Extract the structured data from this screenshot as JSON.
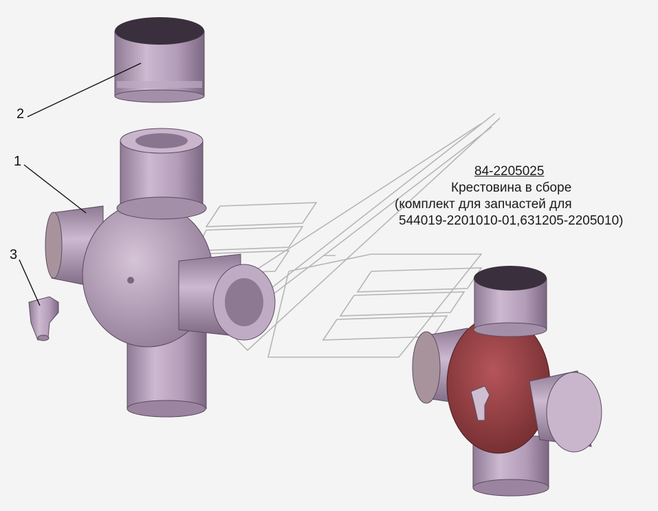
{
  "callouts": {
    "part1": "1",
    "part2": "2",
    "part3": "3"
  },
  "caption": {
    "code": "84-2205025",
    "title": "Крестовина в сборе",
    "line3": "(комплект для запчастей для",
    "line4": "544019-2201010-01,631205-2205010)"
  },
  "colors": {
    "part_body": "#b8a3bc",
    "assembly_core": "#8e3c3c",
    "logo_lines": "#bfbfbf"
  }
}
